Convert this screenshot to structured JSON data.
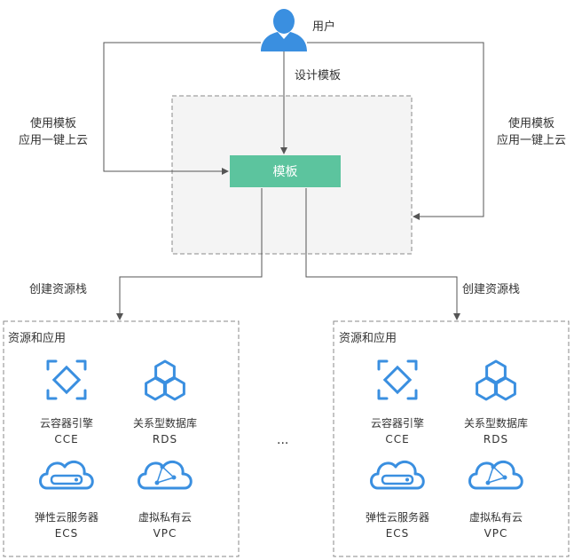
{
  "colors": {
    "line": "#555555",
    "dash": "#8a8a8a",
    "template_fill": "#5cc49e",
    "icon_blue": "#3a8fe0",
    "panel_fill": "#f4f4f4"
  },
  "user": {
    "icon": "user-icon",
    "label": "用户"
  },
  "edges": {
    "design_template": "设计模板",
    "use_left": [
      "使用模板",
      "应用一键上云"
    ],
    "use_right": [
      "使用模板",
      "应用一键上云"
    ],
    "create_stack_left": "创建资源栈",
    "create_stack_right": "创建资源栈"
  },
  "template": {
    "label": "模板"
  },
  "groups": [
    {
      "title": "资源和应用",
      "services": [
        {
          "name": "云容器引擎",
          "code": "CCE",
          "icon": "cce-icon"
        },
        {
          "name": "关系型数据库",
          "code": "RDS",
          "icon": "rds-icon"
        },
        {
          "name": "弹性云服务器",
          "code": "ECS",
          "icon": "ecs-icon"
        },
        {
          "name": "虚拟私有云",
          "code": "VPC",
          "icon": "vpc-icon"
        }
      ]
    },
    {
      "title": "资源和应用",
      "services": [
        {
          "name": "云容器引擎",
          "code": "CCE",
          "icon": "cce-icon"
        },
        {
          "name": "关系型数据库",
          "code": "RDS",
          "icon": "rds-icon"
        },
        {
          "name": "弹性云服务器",
          "code": "ECS",
          "icon": "ecs-icon"
        },
        {
          "name": "虚拟私有云",
          "code": "VPC",
          "icon": "vpc-icon"
        }
      ]
    }
  ],
  "ellipsis": "..."
}
